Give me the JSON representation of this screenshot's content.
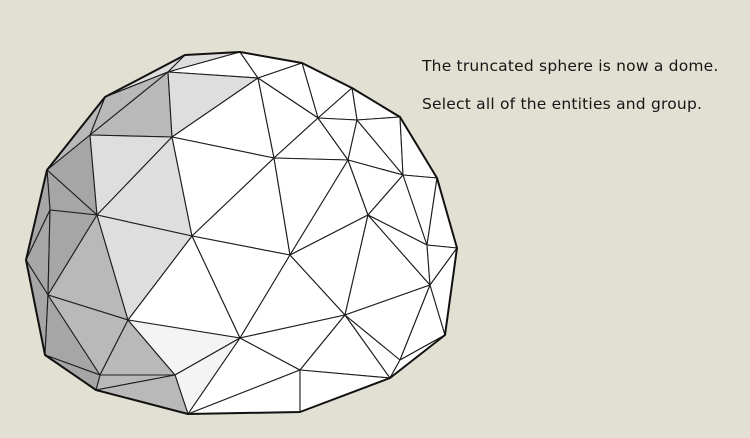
{
  "instructions": {
    "line1": "The truncated sphere is now a dome.",
    "line2": "Select all of the entities and group."
  },
  "scene": {
    "object": "geodesic-dome",
    "background_color": "#e2dfd3",
    "edge_color": "#1e1e1e",
    "face_colors": {
      "lit": "#ffffff",
      "light": "#f4f4f4",
      "mid": "#dedede",
      "shaded": "#b9b9b9",
      "dark": "#a6a6a6"
    }
  }
}
